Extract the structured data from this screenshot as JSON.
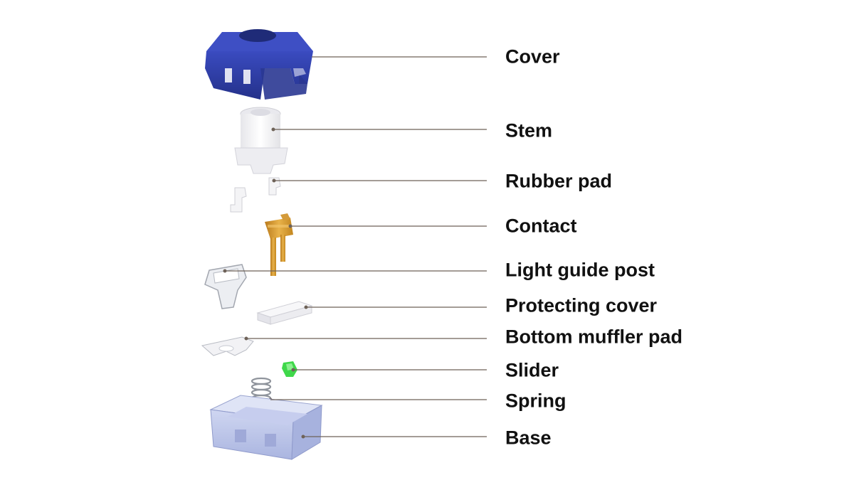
{
  "colors": {
    "cover": "#2b3a9e",
    "stem": "#f1f1f3",
    "contact": "#d79a2e",
    "slider": "#3fd84a",
    "base": "#b9c3e6",
    "leader": "#6e6258",
    "label": "#111111"
  },
  "parts": [
    {
      "key": "cover",
      "label": "Cover"
    },
    {
      "key": "stem",
      "label": "Stem"
    },
    {
      "key": "rubber_pad",
      "label": "Rubber pad"
    },
    {
      "key": "contact",
      "label": "Contact"
    },
    {
      "key": "light_guide_post",
      "label": "Light guide post"
    },
    {
      "key": "protecting_cover",
      "label": "Protecting cover"
    },
    {
      "key": "bottom_muffler_pad",
      "label": "Bottom muffler pad"
    },
    {
      "key": "slider",
      "label": "Slider"
    },
    {
      "key": "spring",
      "label": "Spring"
    },
    {
      "key": "base",
      "label": "Base"
    }
  ]
}
